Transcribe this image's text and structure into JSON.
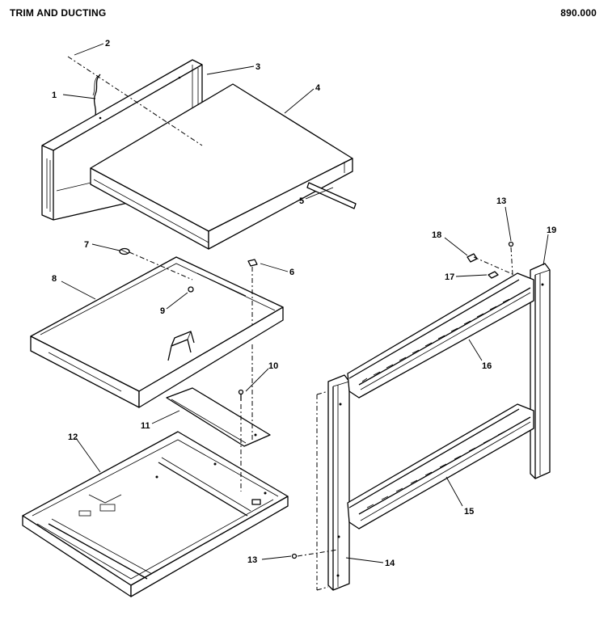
{
  "header": {
    "title": "TRIM AND DUCTING",
    "model": "890.000"
  },
  "callouts": [
    {
      "id": "c1",
      "label": "1"
    },
    {
      "id": "c2",
      "label": "2"
    },
    {
      "id": "c3",
      "label": "3"
    },
    {
      "id": "c4",
      "label": "4"
    },
    {
      "id": "c5",
      "label": "5"
    },
    {
      "id": "c6",
      "label": "6"
    },
    {
      "id": "c7",
      "label": "7"
    },
    {
      "id": "c8",
      "label": "8"
    },
    {
      "id": "c9",
      "label": "9"
    },
    {
      "id": "c10",
      "label": "10"
    },
    {
      "id": "c11",
      "label": "11"
    },
    {
      "id": "c12",
      "label": "12"
    },
    {
      "id": "c13a",
      "label": "13"
    },
    {
      "id": "c13b",
      "label": "13"
    },
    {
      "id": "c14",
      "label": "14"
    },
    {
      "id": "c15",
      "label": "15"
    },
    {
      "id": "c16",
      "label": "16"
    },
    {
      "id": "c17",
      "label": "17"
    },
    {
      "id": "c18",
      "label": "18"
    },
    {
      "id": "c19",
      "label": "19"
    }
  ]
}
